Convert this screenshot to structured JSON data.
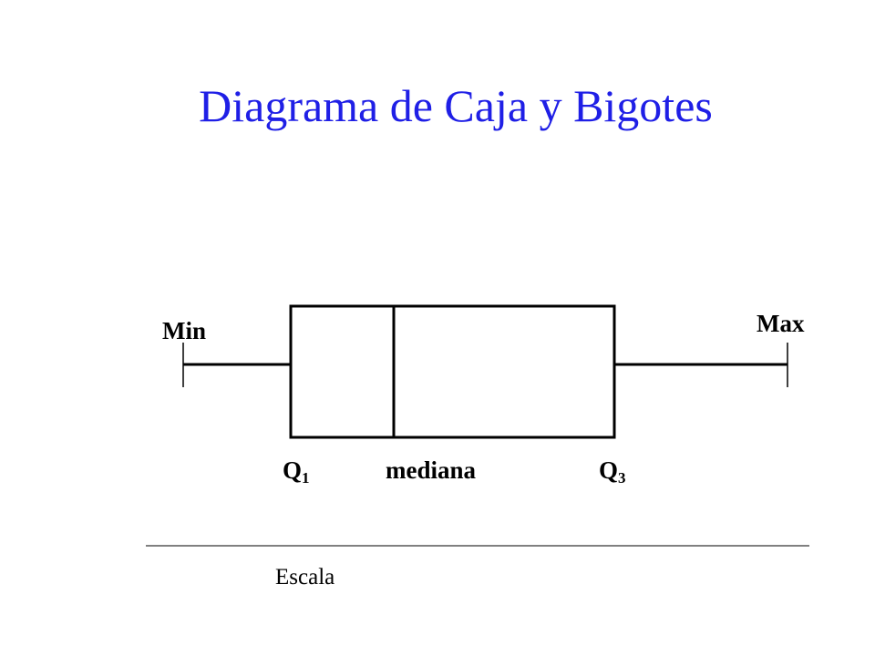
{
  "title": "Diagrama de Caja y Bigotes",
  "colors": {
    "title": "#1f1fe6",
    "lines": "#000000"
  },
  "labels": {
    "min": "Min",
    "max": "Max",
    "q1": "Q",
    "q1_sub": "1",
    "median": "mediana",
    "q3": "Q",
    "q3_sub": "3",
    "scale": "Escala"
  }
}
